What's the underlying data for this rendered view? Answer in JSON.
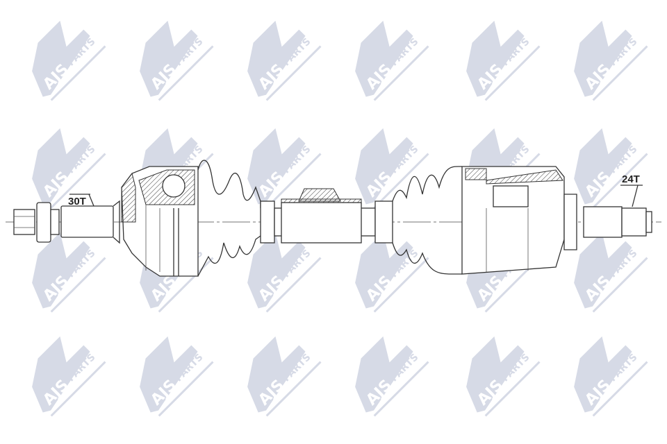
{
  "watermark": {
    "brand": "AJS",
    "sub": "PARTS",
    "color": "#d6dae6"
  },
  "labels": {
    "left_spline": "30T",
    "right_spline": "24T"
  },
  "line_color": "#333333"
}
